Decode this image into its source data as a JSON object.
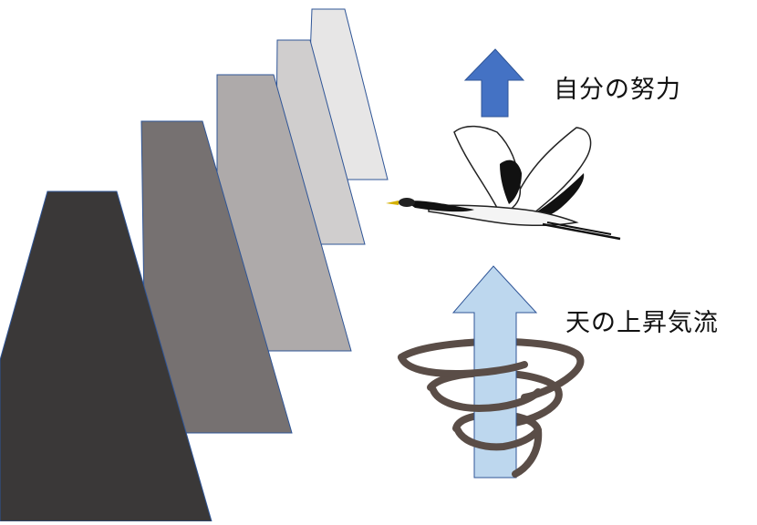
{
  "labels": {
    "effort": "自分の努力",
    "updraft": "天の上昇気流"
  },
  "icons": {
    "up_arrow_effort": "blue-up-arrow",
    "up_arrow_updraft": "light-blue-up-arrow",
    "bird": "crane",
    "swirl": "spiral-wind"
  },
  "colors": {
    "step_1": "#3a3838",
    "step_2": "#767171",
    "step_3": "#aeaaaa",
    "step_4": "#d0cece",
    "step_5": "#e7e6e6",
    "step_outline": "#2f5597",
    "effort_arrow": "#4472c4",
    "updraft_arrow": "#bdd7ee",
    "swirl": "#5a4d47"
  }
}
